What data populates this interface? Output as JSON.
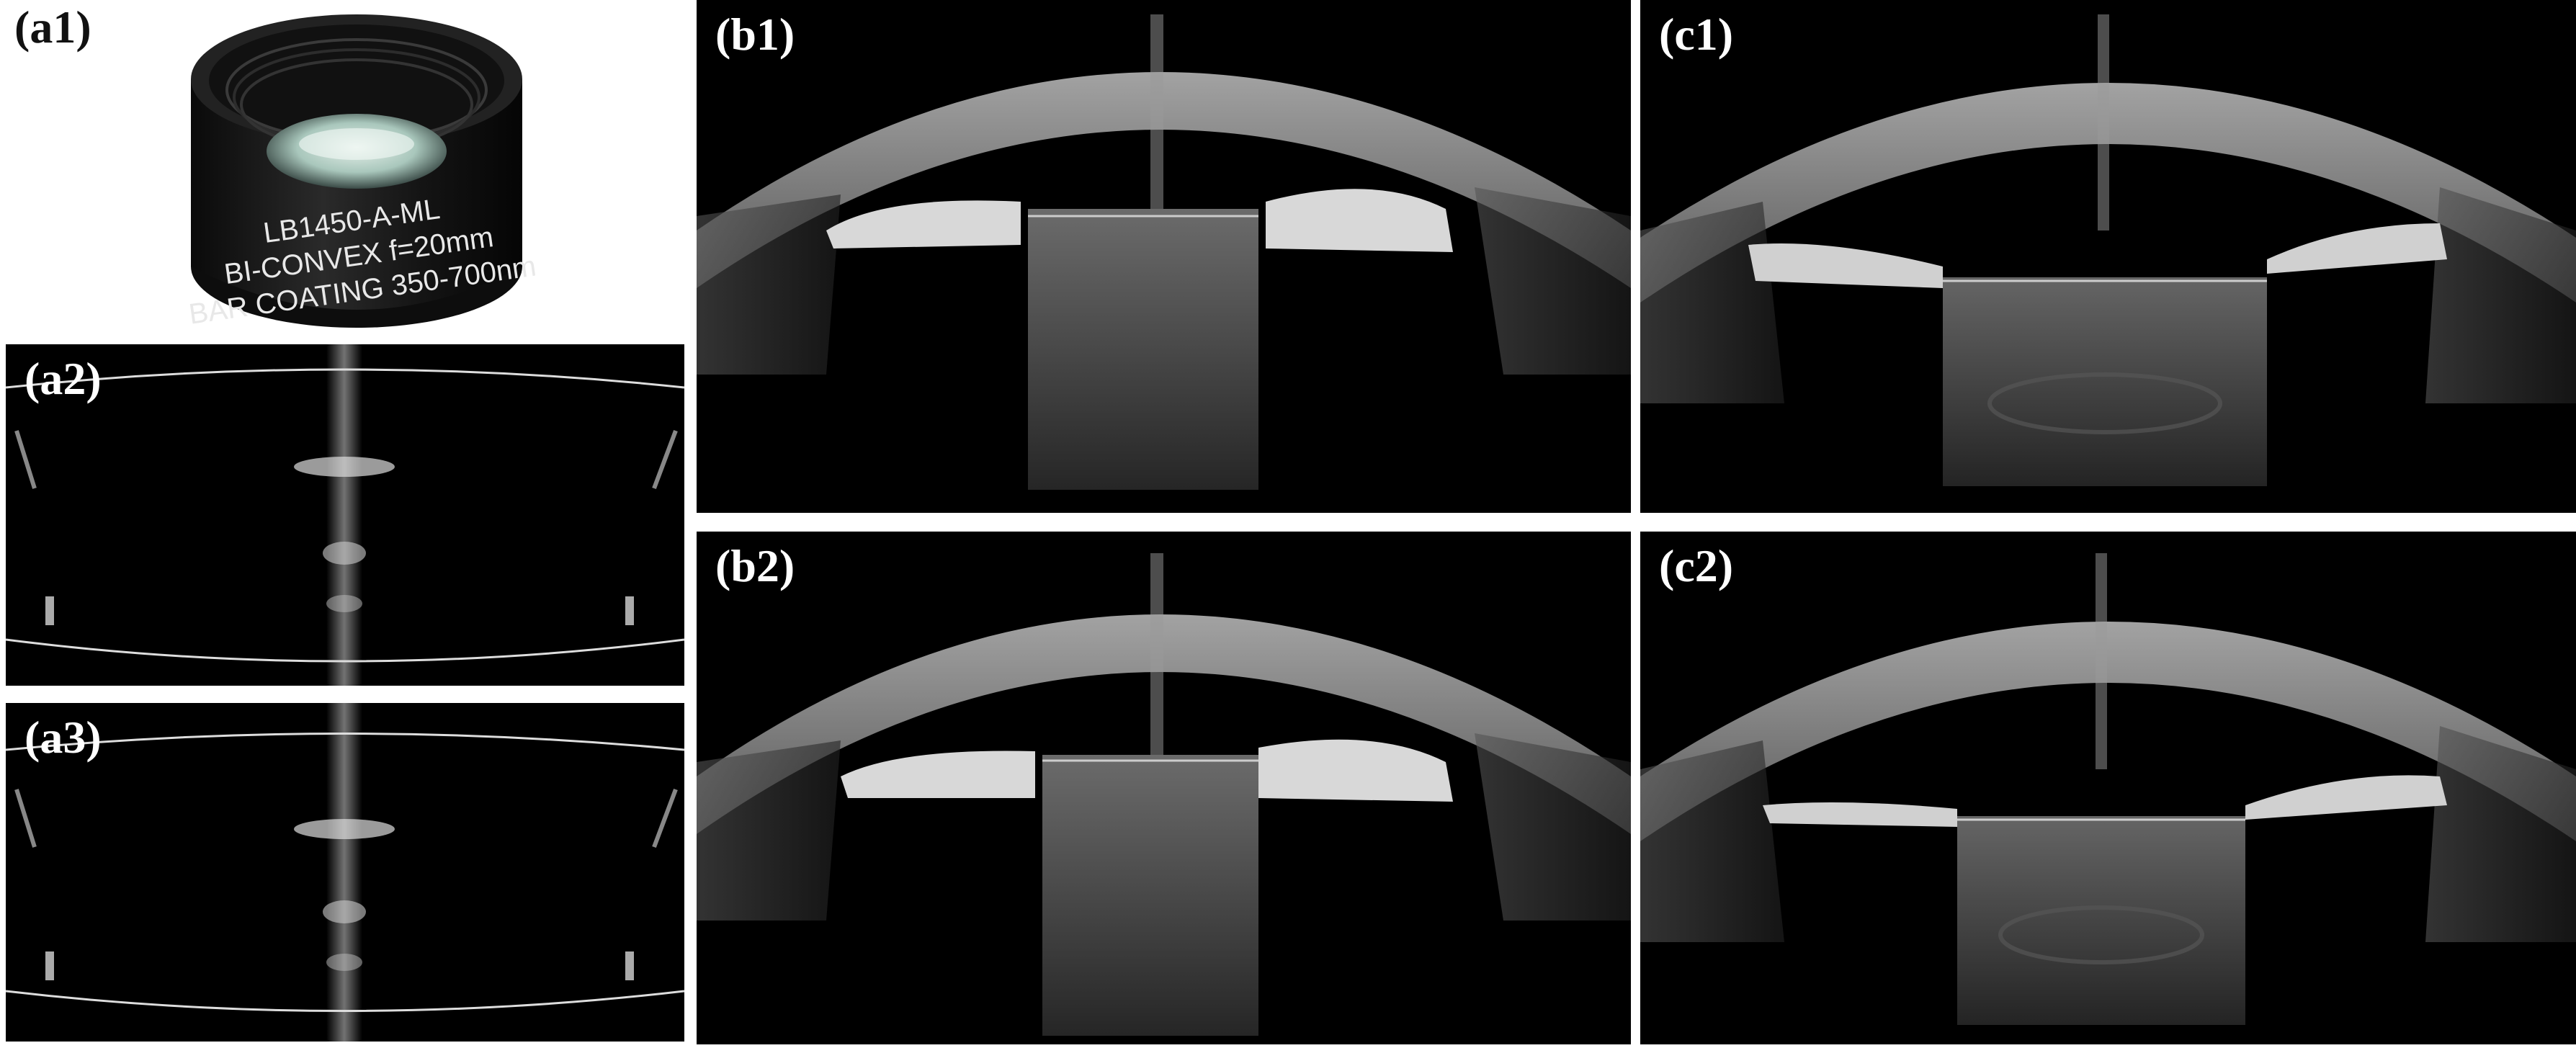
{
  "figure": {
    "panels": {
      "a1": {
        "label": "(a1)",
        "engraving": [
          "LB1450-A-ML",
          "BI-CONVEX f=20mm",
          "BAR COATING 350-700nm"
        ]
      },
      "a2": {
        "label": "(a2)"
      },
      "a3": {
        "label": "(a3)"
      },
      "b1": {
        "label": "(b1)"
      },
      "b2": {
        "label": "(b2)"
      },
      "c1": {
        "label": "(c1)"
      },
      "c2": {
        "label": "(c2)"
      }
    }
  }
}
